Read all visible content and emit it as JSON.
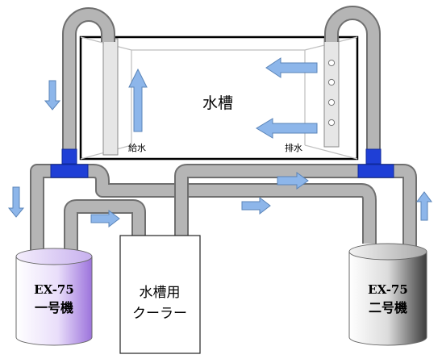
{
  "tank": {
    "title": "水槽",
    "supply_label": "給水",
    "drain_label": "排水"
  },
  "filter_left": {
    "model": "EX-75",
    "unit": "一号機"
  },
  "filter_right": {
    "model": "EX-75",
    "unit": "二号機"
  },
  "cooler": {
    "line1": "水槽用",
    "line2": "クーラー"
  },
  "colors": {
    "pipe": "#a8a8a8",
    "pipe_edge": "#6f6f6f",
    "joint": "#1f3fd6",
    "arrow": "#8db6ea",
    "arrow_edge": "#5a84b8",
    "filter_left_tint": "#a27de0",
    "filter_right_tint": "#555555"
  }
}
